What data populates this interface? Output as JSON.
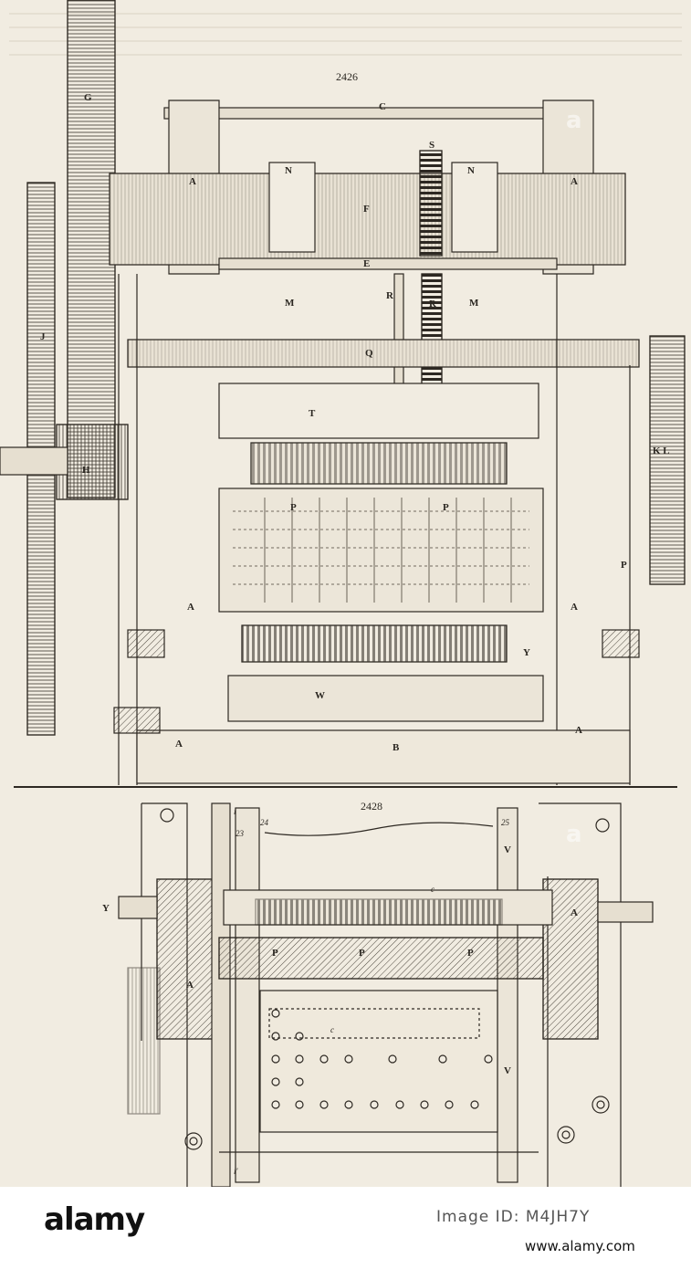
{
  "figure_top": {
    "number": "2426"
  },
  "figure_bottom": {
    "number": "2428"
  },
  "labels_top": [
    "C",
    "G",
    "S",
    "N",
    "N",
    "A",
    "A",
    "F",
    "E",
    "J",
    "M",
    "R",
    "R",
    "M",
    "Q",
    "T",
    "H",
    "K L",
    "P",
    "P",
    "A",
    "A",
    "P",
    "Y",
    "W",
    "A",
    "A",
    "B"
  ],
  "labels_bottom": [
    "Y",
    "A",
    "A",
    "P",
    "P",
    "P",
    "V",
    "V",
    "c",
    "c",
    "23",
    "24",
    "25",
    "i",
    "i'"
  ],
  "footer": {
    "logo": "alamy",
    "image_id": "Image ID: M4JH7Y",
    "website": "www.alamy.com"
  }
}
